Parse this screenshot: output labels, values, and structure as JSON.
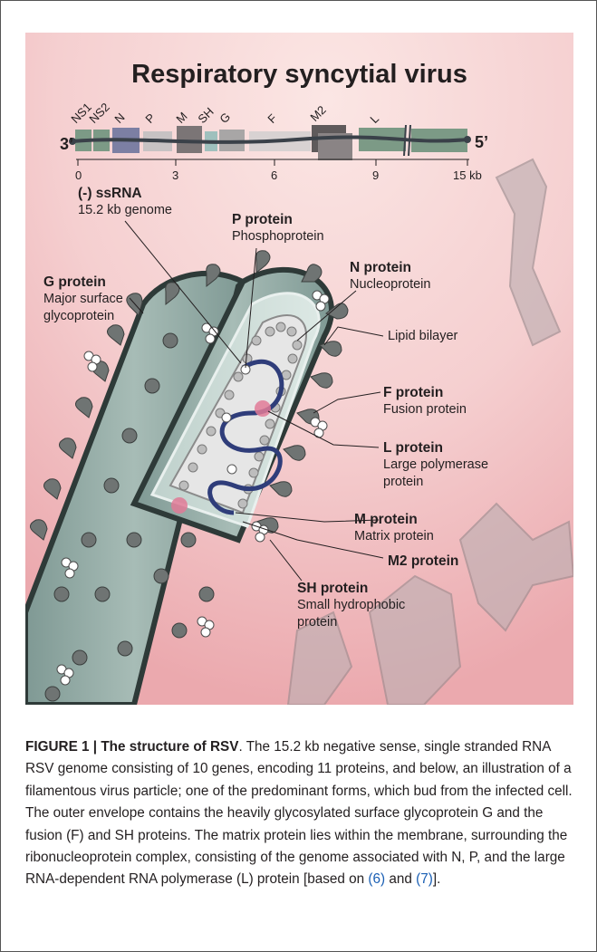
{
  "title": "Respiratory syncytial virus",
  "genome": {
    "end_3": "3’",
    "end_5": "5’",
    "genes": [
      "NS1",
      "NS2",
      "N",
      "P",
      "M",
      "SH",
      "G",
      "F",
      "M2",
      "L"
    ],
    "ticks": [
      "0",
      "3",
      "6",
      "9",
      "15 kb"
    ],
    "ssrna_head": "(-) ssRNA",
    "ssrna_sub": "15.2 kb genome"
  },
  "labels": {
    "p_head": "P protein",
    "p_sub": "Phosphoprotein",
    "n_head": "N protein",
    "n_sub": "Nucleoprotein",
    "g_head": "G protein",
    "g_sub1": "Major surface",
    "g_sub2": "glycoprotein",
    "lipid": "Lipid bilayer",
    "f_head": "F protein",
    "f_sub": "Fusion protein",
    "l_head": "L protein",
    "l_sub1": "Large polymerase",
    "l_sub2": "protein",
    "m_head": "M protein",
    "m_sub": "Matrix protein",
    "m2_head": "M2 protein",
    "sh_head": "SH protein",
    "sh_sub1": "Small hydrophobic",
    "sh_sub2": "protein"
  },
  "caption": {
    "label": "FIGURE 1 | The structure of RSV",
    "text_1": ". The 15.2 kb negative sense, single stranded RNA RSV genome consisting of 10 genes, encoding 11 proteins, and below, an illustration of a filamentous virus particle; one of the predominant forms, which bud from the infected cell. The outer envelope contains the heavily glycosylated surface glycoprotein G and the fusion (F) and SH proteins. The matrix protein lies within the membrane, surrounding the ribonucleoprotein complex, consisting of the genome associated with N, P, and the large RNA-dependent RNA polymerase (L) protein [based on ",
    "ref_1": "(6)",
    "text_2": " and ",
    "ref_2": "(7)",
    "text_3": "]."
  },
  "colors": {
    "background_pink": "#f2c4c6",
    "virus_teal": "#8fa8a3",
    "virus_outline": "#2e3a38",
    "rna_blue": "#2f3d7a",
    "highlight_pink": "#e07a97"
  }
}
